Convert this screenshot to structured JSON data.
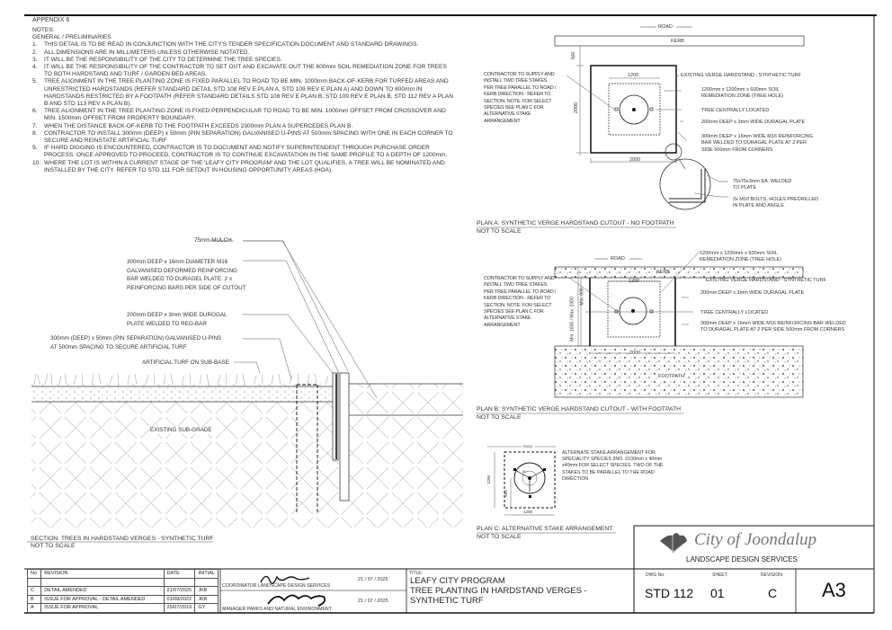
{
  "appendix": "APPENDIX 6",
  "notes": {
    "heading": "NOTES:",
    "subheading": "GENERAL / PRELIMINARIES",
    "items": [
      {
        "n": "1.",
        "text": "THIS DETAIL IS TO BE READ IN CONJUNCTION WITH THE CITY'S TENDER SPECIFICATION DOCUMENT AND STANDARD DRAWINGS."
      },
      {
        "n": "2.",
        "text": "ALL DIMENSIONS ARE IN MILLIMETERS UNLESS OTHERWISE NOTATED."
      },
      {
        "n": "3.",
        "text": "IT WILL BE THE RESPONSIBILITY OF THE CITY TO DETERMINE THE TREE SPECIES."
      },
      {
        "n": "4.",
        "text": "IT WILL BE THE RESPONSIBILITY OF THE CONTRACTOR  TO SET OUT AND EXCAVATE OUT THE 600mm SOIL REMEDIATION ZONE FOR TREES TO BOTH HARDSTAND AND TURF / GARDEN BED AREAS."
      },
      {
        "n": "5.",
        "text": "TREE ALIGNMENT IN THE TREE PLANTING ZONE IS FIXED PARALLEL TO ROAD TO BE MIN. 1000mm BACK-OF-KERB FOR TURFED AREAS AND UNRESTRICTED HARDSTANDS (REFER STANDARD DETAIL STD 108 REV E PLAN A, STD 109 REV E PLAN A) AND DOWN TO 800mm IN HARDSTANDS RESTRICTED BY A FOOTPATH (REFER STANDARD DETAILS STD 108 REV E PLAN B, STD 109 REV E PLAN B, STD 112 REV A PLAN B AND STD 113 REV A PLAN B)."
      },
      {
        "n": "6.",
        "text": "TREE ALIGNMENT IN THE TREE PLANTING ZONE IS FIXED PERPENDICULAR TO ROAD TO BE MIN. 1000mm OFFSET FROM CROSSOVER AND MIN. 1500mm OFFSET FROM PROPERTY BOUNDARY."
      },
      {
        "n": "7.",
        "text": "WHEN THE DISTANCE BACK-OF-KERB TO THE FOOTPATH EXCEEDS 2300mm PLAN A SUPERCEDES PLAN B."
      },
      {
        "n": "8.",
        "text": "CONTRACTOR TO INSTALL 300mm (DEEP) x 50mm (PIN SEPARATION) GALVANISED U-PINS AT 500mm SPACING WITH ONE IN EACH CORNER TO SECURE AND REINSTATE ARTIFICIAL TURF"
      },
      {
        "n": "9.",
        "text": "IF HARD DIGGING IS ENCOUNTERED, CONTRACTOR IS TO DOCUMENT AND NOTIFY SUPERINTENDENT THROUGH PURCHASE ORDER PROCESS. ONCE APPROVED TO PROCEED, CONTRACTOR IS TO CONTINUE EXCAVATATION IN THE SAME PROFILE TO A DEPTH OF 1200mm."
      },
      {
        "n": "10.",
        "text": "WHERE THE LOT IS WITHIN A CURRENT STAGE OF THE 'LEAFY CITY PROGRAM' AND THE LOT QUALIFIES, A TREE WILL BE NOMINATED AND INSTALLED BY THE CITY. REFER TO STD 111 FOR SETOUT IN HOUSING OPPORTUNITY AREAS (HOA)."
      }
    ]
  },
  "section": {
    "labels": {
      "mulch": "75mm MULCH",
      "bar": [
        "300mm DEEP x 16mm DIAMETER M16",
        "GALVANISED DEFORMED REINFORCING",
        "BAR WELDED TO DURAGEL PLATE. 2 x",
        "REINFORCING BARS PER SIDE OF CUTOUT"
      ],
      "plate": [
        "200mm DEEP x 3mm WIDE DUROGAL",
        "PLATE WELDED TO REO-BAR"
      ],
      "pins": [
        "300mm (DEEP) x 50mm (PIN SEPARATION) GALVANISED U-PINS",
        "AT 500mm SPACING TO SECURE ARTIFICIAL TURF"
      ],
      "turf": "ARTIFICIAL TURF ON SUB-BASE",
      "subgrade": "EXISTING SUB-GRADE"
    },
    "caption": "SECTION: TREES IN HARDSTAND VERGES - SYNTHETIC TURF",
    "scale": "NOT TO SCALE"
  },
  "plan_a": {
    "road": "ROAD",
    "kerb": "KERB",
    "dims": {
      "d500": "500",
      "d1200": "1200",
      "d2000v": "2000",
      "d2000h": "2000"
    },
    "stakes_note": [
      "CONTRACTOR TO SUPPLY AND",
      "INSTALL TWO TREE STAKES",
      "PER TREE PARALLEL TO ROAD /",
      "KERB DIRECTION - REFER TO",
      "SECTION.  NOTE: FOR SELECT",
      "SPECIES SEE PLAN C FOR",
      "ALTERNATIVE STAKE",
      "ARRANGEMENT"
    ],
    "existing": "EXISTING VERGE HARDSTAND - SYNTHETIC TURF",
    "zone": [
      "1200mm x 1200mm x 600mm SOIL",
      "REMEDIATION ZONE (TREE HOLE)"
    ],
    "tree": "TREE CENTRALLY LOCATED",
    "plate": "200mm DEEP x 3mm WIDE DURAGAL PLATE",
    "bar": [
      "300mm DEEP x 16mm WIDE M16 REINFORCING",
      "BAR WELDED TO DURAGAL PLATE AT 2 PER",
      "SIDE 500mm FROM CORNERS"
    ],
    "angle": [
      "75x75x3mm EA. WELDED",
      "TO PLATE"
    ],
    "bolts": [
      "2x M10 BOLTS, HOLES PREDRILLED",
      "IN PLATE AND ANGLE"
    ],
    "caption": "PLAN A: SYNTHETIC  VERGE HARDSTAND CUTOUT -  NO FOOTPATH",
    "scale": "NOT TO SCALE"
  },
  "plan_b": {
    "road": "ROAD",
    "kerb": "KERB",
    "footpath": "FOOTPATH",
    "dims": {
      "d1200": "1200",
      "d2000": "2000",
      "min800": "Min. 800",
      "range": "Min. 1600 / Max. 2300"
    },
    "stakes_note": [
      "CONTRACTOR TO SUPPLY AND",
      "INSTALL TWO TREE STAKES",
      "PER TREE PARALLEL TO ROAD /",
      "KERB DIRECTION - REFER TO",
      "SECTION.  NOTE: FOR SELECT",
      "SPECIES SEE PLAN C FOR",
      "ALTERNATIVE STAKE",
      "ARRANGEMENT"
    ],
    "zone": [
      "1200mm x 1200mm x 600mm SOIL",
      "REMEDIATION ZONE (TREE HOLE)"
    ],
    "existing": "EXISTING VERGE HARDSTAND - SYNTHETIC TURF",
    "plate": "200mm DEEP x 3mm WIDE DURAGAL PLATE",
    "tree": "TREE CENTRALLY LOCATED",
    "bar": [
      "300mm DEEP x 16mm WIDE M16 REINFORCING BAR WELDED",
      "TO DURAGAL PLATE AT 2 PER SIDE 500mm FROM CORNERS"
    ],
    "caption": "PLAN B: SYNTHETIC VERGE HARDSTAND CUTOUT -  WITH FOOTPATH",
    "scale": "NOT TO SCALE"
  },
  "plan_c": {
    "road": "ROAD",
    "dims": {
      "d1200v": "1200",
      "d600": "600",
      "d1200h": "1200",
      "d50": "50"
    },
    "note": [
      "ALTERNATE STAKE ARRANGEMENT FOR",
      "SPECIALITY SPECIES  3NO. 2100mm x 40mm",
      "x40mm  FOR SELECT SPECIES. TWO OF THE",
      "STAKES TO BE PARALLEL TO THE ROAD",
      "DIRECTION"
    ],
    "caption": "PLAN C: ALTERNATIVE STAKE ARRANGEMENT",
    "scale": "NOT TO SCALE"
  },
  "revisions": {
    "headers": {
      "no": "No",
      "revision": "REVISION",
      "date": "DATE",
      "initial": "INITIAL"
    },
    "rows": [
      {
        "no": "",
        "revision": "",
        "date": "",
        "initial": ""
      },
      {
        "no": "C",
        "revision": "DETAIL AMENDED",
        "date": "21/07/2025",
        "initial": "JKB"
      },
      {
        "no": "B",
        "revision": "ISSUE FOR APPROVAL - DETAIL AMENDED",
        "date": "01/08/2022",
        "initial": "JKB"
      },
      {
        "no": "A",
        "revision": "ISSUE FOR APPROVAL",
        "date": "25/07/2019",
        "initial": "GY"
      }
    ]
  },
  "approvals": [
    {
      "role": "COORDINATOR LANDSCAPE DESIGN SERVICES",
      "date": "21 /  07   /  2025"
    },
    {
      "role": "MANAGER PARKS AND NATURAL ENVIRONMENT",
      "date": "21 /  07   /  2025"
    }
  ],
  "title_block": {
    "label": "TITLE:",
    "lines": [
      "LEAFY CITY PROGRAM",
      "TREE PLANTING IN HARDSTAND VERGES -",
      "SYNTHETIC TURF"
    ],
    "logo_text": "City of Joondalup",
    "department": "LANDSCAPE DESIGN SERVICES",
    "dwg_label": "DWG No:",
    "dwg_no": "STD 112",
    "sheet_label": "SHEET:",
    "sheet": "01",
    "revision_label": "REVISION:",
    "revision": "C",
    "size": "A3"
  }
}
